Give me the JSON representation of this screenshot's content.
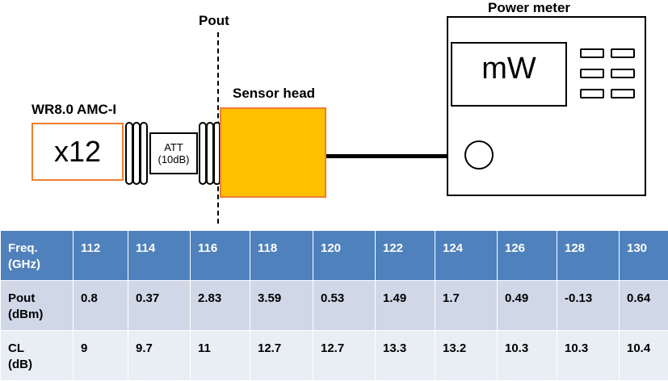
{
  "diagram": {
    "pout_label": "Pout",
    "power_meter_label": "Power meter",
    "amc_label": "WR8.0 AMC-I",
    "multiplier_text": "x12",
    "att_line1": "ATT",
    "att_line2": "(10dB)",
    "sensor_label": "Sensor head",
    "meter_display": "mW",
    "colors": {
      "sensor_fill": "#FFC000",
      "orange_border": "#ED7D31",
      "header_blue": "#4F81BD",
      "row_light": "#D0D8E8",
      "row_lighter": "#E9EDF4"
    }
  },
  "table": {
    "header_label": "Freq.\n(GHz)",
    "frequencies": [
      "112",
      "114",
      "116",
      "118",
      "120",
      "122",
      "124",
      "126",
      "128",
      "130"
    ],
    "rows": [
      {
        "label": "Pout\n(dBm)",
        "values": [
          "0.8",
          "0.37",
          "2.83",
          "3.59",
          "0.53",
          "1.49",
          "1.7",
          "0.49",
          "-0.13",
          "0.64"
        ]
      },
      {
        "label": "CL\n(dB)",
        "values": [
          "9",
          "9.7",
          "11",
          "12.7",
          "12.7",
          "13.3",
          "13.2",
          "10.3",
          "10.3",
          "10.4"
        ]
      }
    ]
  }
}
